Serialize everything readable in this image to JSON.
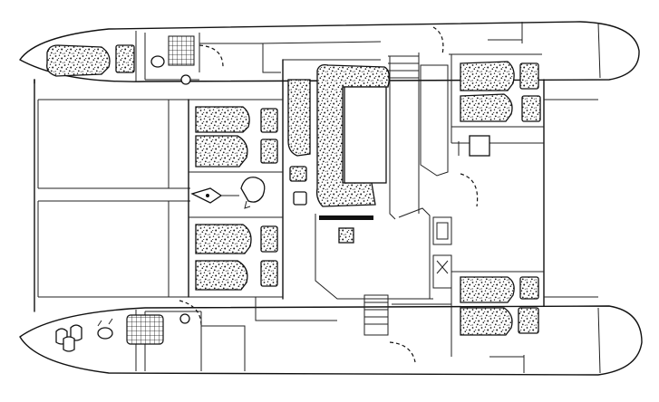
{
  "plan": {
    "colors": {
      "ink": "#111111",
      "background": "#ffffff",
      "speckle": "#1a1a1a"
    },
    "icons": [
      "berth-cushion",
      "toilet",
      "shower-grate",
      "sink",
      "helm-seat",
      "stairs",
      "door-swing",
      "galley-stove",
      "table"
    ]
  }
}
